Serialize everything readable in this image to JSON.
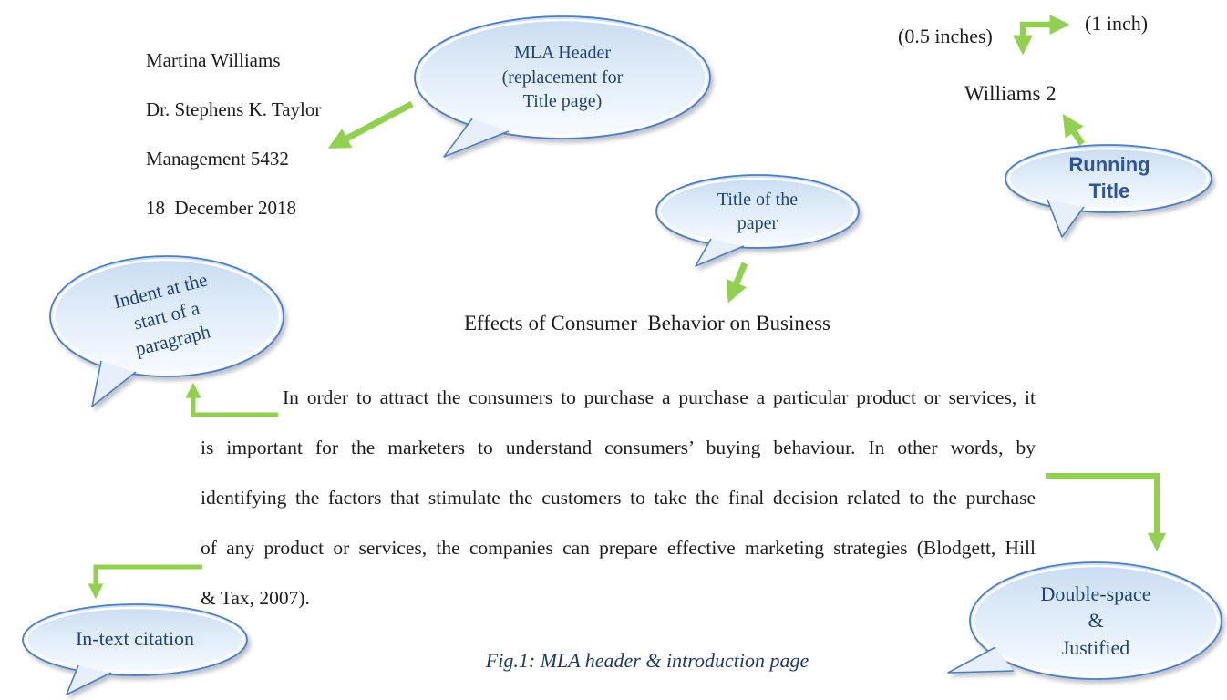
{
  "document": {
    "header_lines": [
      "Martina Williams",
      "Dr. Stephens K. Taylor",
      "Management 5432",
      "18  December 2018"
    ],
    "running_head": "Williams 2",
    "margin_top_label": "(0.5 inches)",
    "margin_right_label": "(1 inch)",
    "title": "Effects of Consumer  Behavior on Business",
    "paragraph_lines": [
      "In order to attract the consumers to purchase a purchase a particular product or services, it",
      "is important for the marketers to understand consumers’ buying behaviour. In other words, by",
      "identifying the factors that stimulate the customers to take the final decision related to the purchase",
      "of any product or services, the companies can prepare effective marketing strategies (Blodgett, Hill",
      "& Tax, 2007)."
    ],
    "caption": "Fig.1: MLA header & introduction page"
  },
  "callouts": {
    "mla_header": {
      "lines": [
        "MLA Header",
        "(replacement for",
        "Title page)"
      ]
    },
    "title_of_paper": {
      "lines": [
        "Title of the",
        "paper"
      ]
    },
    "running_title": {
      "lines": [
        "Running",
        "Title"
      ]
    },
    "indent": {
      "lines": [
        "Indent at the",
        "start of a",
        "paragraph"
      ]
    },
    "double_space": {
      "lines": [
        "Double-space",
        "&",
        "Justified"
      ]
    },
    "in_text_citation": {
      "lines": [
        "In-text citation"
      ]
    }
  },
  "colors": {
    "accent_green": "#92d050",
    "bubble_border": "#4d7ebf",
    "bubble_fill_top": "#c9dcf1",
    "bubble_fill_bottom": "#f7fbff",
    "bubble_text": "#1f4474",
    "running_title_text": "#2e5597",
    "caption_color": "#1f3864",
    "body_text": "#1c1c1c"
  }
}
